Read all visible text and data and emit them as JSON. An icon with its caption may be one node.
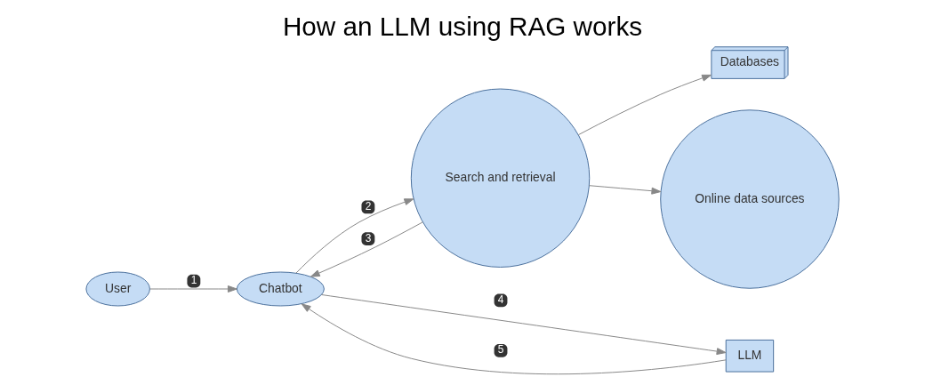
{
  "diagram": {
    "title": "How an LLM using RAG works",
    "nodes": [
      {
        "text": [
          "User"
        ]
      },
      {
        "text": [
          "Chatbot"
        ]
      },
      {
        "text": [
          "Search and retrieval"
        ]
      },
      {
        "text": [
          "Databases"
        ]
      },
      {
        "text": [
          "Online data sources"
        ]
      },
      {
        "text": [
          "LLM"
        ]
      }
    ],
    "edges": [
      {
        "from": 0,
        "to": 1,
        "arrow": "to",
        "label": "1"
      },
      {
        "from": 1,
        "to": 2,
        "arrow": "to",
        "label": "2"
      },
      {
        "from": 2,
        "to": 1,
        "arrow": "to",
        "label": "3"
      },
      {
        "from": 1,
        "to": 5,
        "arrow": "to",
        "label": "4"
      },
      {
        "from": 5,
        "to": 1,
        "arrow": "to",
        "label": "5"
      },
      {
        "from": 2,
        "to": 3,
        "arrow": "to"
      },
      {
        "from": 2,
        "to": 4,
        "arrow": "to"
      }
    ]
  }
}
